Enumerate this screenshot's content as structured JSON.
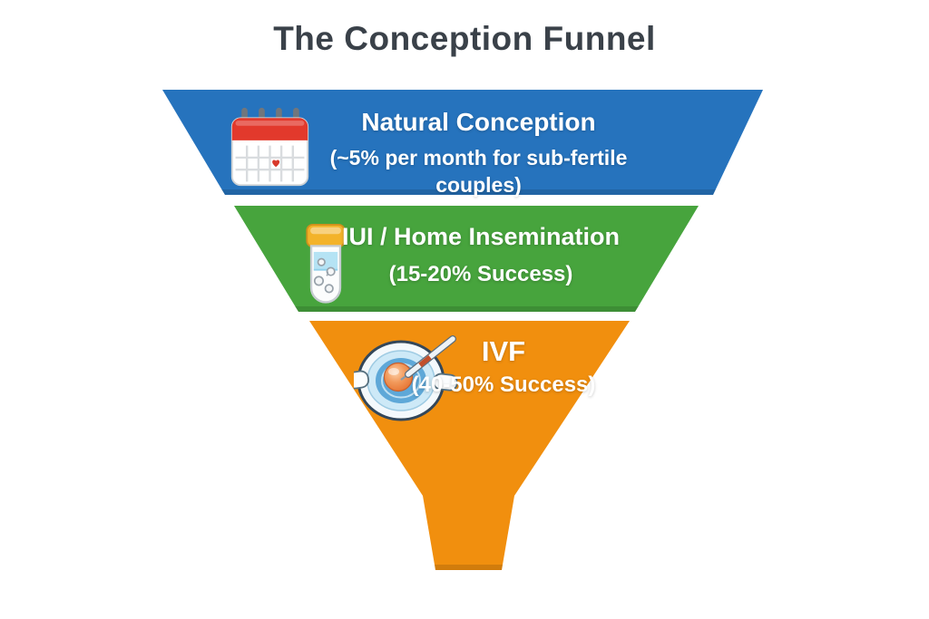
{
  "title": "The Conception Funnel",
  "colors": {
    "background": "#ffffff",
    "title_text": "#3a4149",
    "tier_label_text": "#ffffff",
    "tier1_blue": "#2673bd",
    "tier2_green": "#47a43d",
    "tier3_orange": "#f18f0e"
  },
  "funnel": {
    "tiers": [
      {
        "label": "Natural Conception",
        "sublabel": "(~5% per month for sub-fertile couples)",
        "color": "#2673bd",
        "icon": "calendar-icon"
      },
      {
        "label": "IUI / Home Insemination",
        "sublabel": "(15-20% Success)",
        "color": "#47a43d",
        "icon": "specimen-jar-icon"
      },
      {
        "label": "IVF",
        "sublabel": "(40-50% Success)",
        "color": "#f18f0e",
        "icon": "fertilized-egg-icon"
      }
    ]
  }
}
